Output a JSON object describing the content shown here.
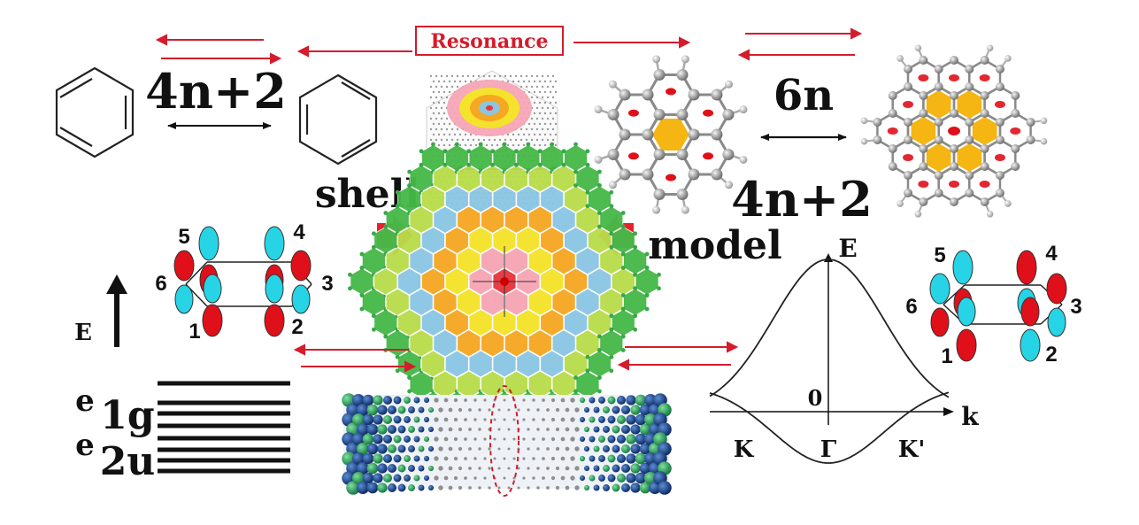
{
  "labels": {
    "resonance": "Resonance",
    "rule_left": "4n+2",
    "rule_top_right": "6n",
    "rule_right": "4n+2",
    "shell": "shell",
    "model": "model",
    "energy": "E",
    "e1g_base": "e",
    "e1g_sub": "1g",
    "e2u_base": "e",
    "e2u_sub": "2u",
    "band_energy": "E",
    "band_zero": "0",
    "band_k": "k",
    "point_K": "K",
    "point_Gamma": "Γ",
    "point_Kprime": "K'"
  },
  "orbital_left": {
    "atoms": [
      "5",
      "4",
      "6",
      "3",
      "1",
      "2"
    ]
  },
  "orbital_right": {
    "atoms": [
      "5",
      "4",
      "6",
      "3",
      "1",
      "2"
    ]
  },
  "colors": {
    "accent_red": "#d41c2c",
    "orbital_red": "#e0101a",
    "orbital_cyan": "#27d4e6",
    "aromatic_sextet": "#f5b512",
    "shell_colors": [
      "#e8363d",
      "#f7a5b5",
      "#f5e22a",
      "#f6a723",
      "#8bc6e3",
      "#b9dc4a",
      "#46b948"
    ]
  }
}
